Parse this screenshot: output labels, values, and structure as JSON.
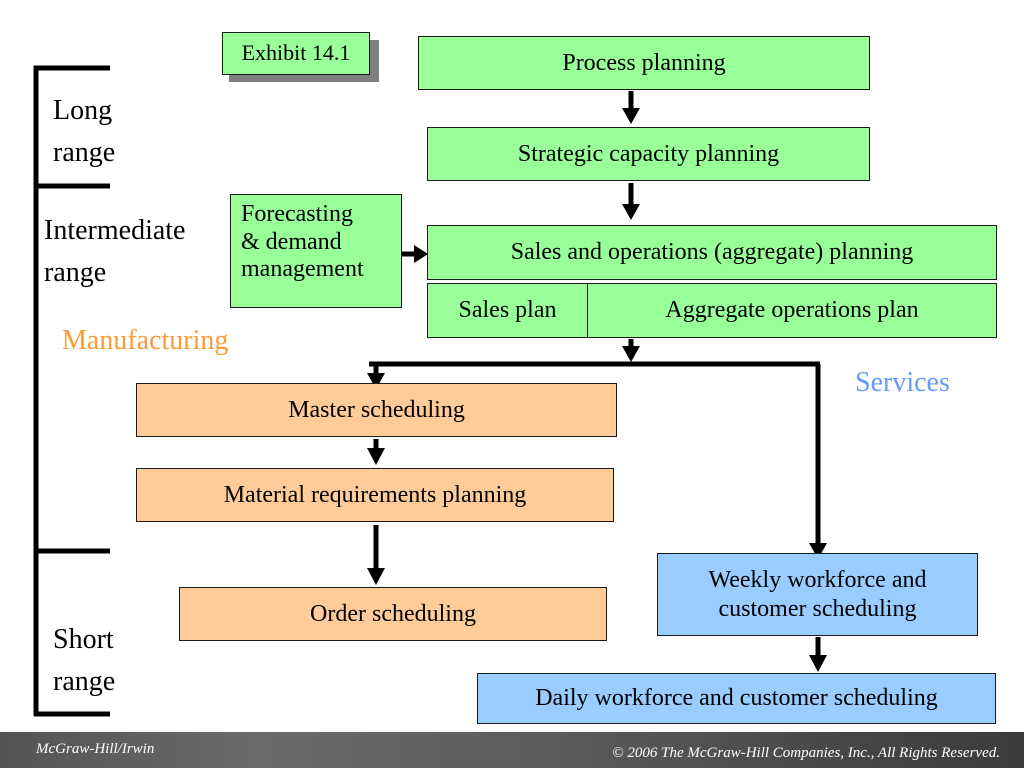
{
  "exhibit_label": "Exhibit 14.1",
  "ranges": {
    "long": [
      "Long",
      "range"
    ],
    "intermediate": [
      "Intermediate",
      "range"
    ],
    "short": [
      "Short",
      "range"
    ]
  },
  "section_labels": {
    "manufacturing": "Manufacturing",
    "services": "Services"
  },
  "forecasting": [
    "Forecasting",
    "& demand",
    "management"
  ],
  "boxes": {
    "process_planning": "Process planning",
    "strategic_capacity": "Strategic capacity planning",
    "sop": "Sales and operations (aggregate) planning",
    "sales_plan": "Sales plan",
    "aggregate_ops": "Aggregate operations plan",
    "master_scheduling": "Master scheduling",
    "mrp": "Material requirements planning",
    "order_scheduling": "Order scheduling",
    "weekly_workforce": [
      "Weekly workforce and",
      "customer scheduling"
    ],
    "daily_workforce": "Daily workforce and customer scheduling"
  },
  "colors": {
    "green": "#99ff99",
    "orange": "#ffcc99",
    "blue": "#99ccff",
    "manufacturing_text": "#ff9933",
    "services_text": "#6699ff"
  },
  "footer": {
    "left": "McGraw-Hill/Irwin",
    "right": "© 2006 The McGraw-Hill Companies, Inc., All Rights Reserved."
  }
}
